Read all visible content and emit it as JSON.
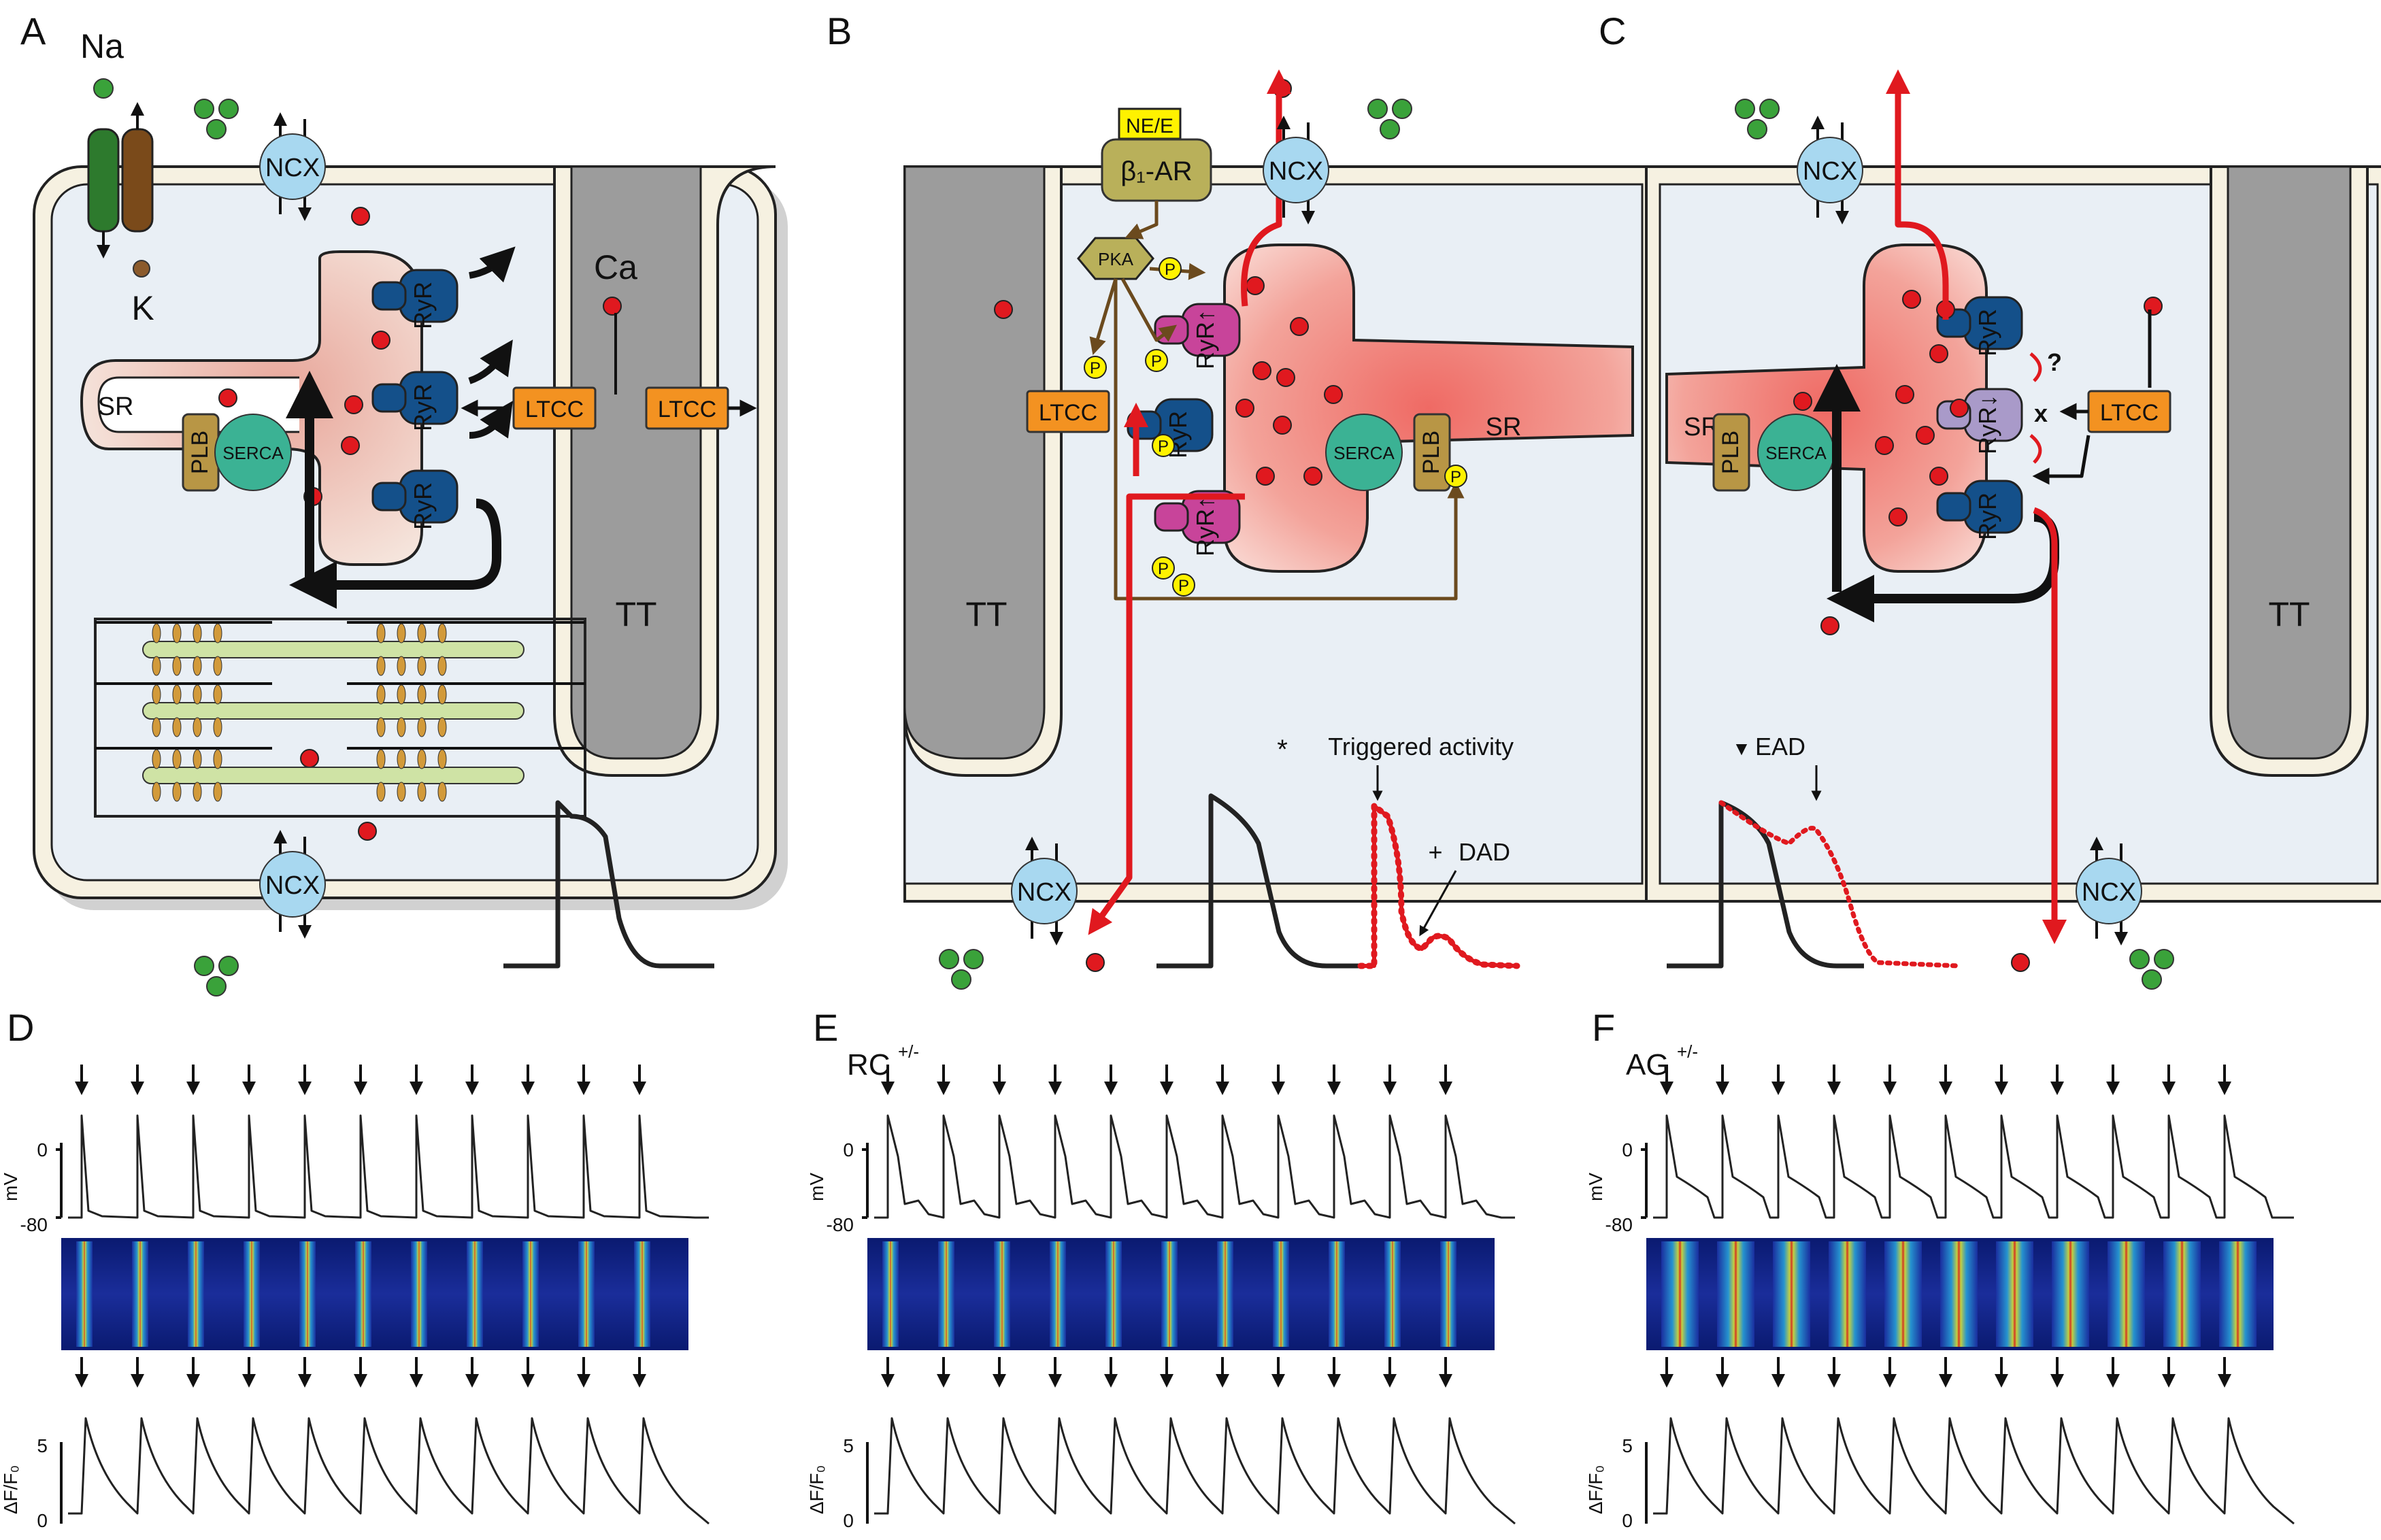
{
  "panels": {
    "a": {
      "letter": "A",
      "na": "Na",
      "k": "K",
      "ca": "Ca",
      "sr": "SR",
      "plb": "PLB",
      "serca": "SERCA",
      "ncx": "NCX",
      "ryr": "RyR",
      "ltcc": "LTCC",
      "tt": "TT"
    },
    "b": {
      "letter": "B",
      "ne": "NE/E",
      "bar": "β₁-AR",
      "pka": "PKA",
      "p": "P",
      "ryr_up": "RyR↑",
      "ryr": "RyR",
      "ltcc": "LTCC",
      "serca": "SERCA",
      "plb": "PLB",
      "sr": "SR",
      "ncx": "NCX",
      "tt": "TT",
      "triggered": "Triggered activity",
      "dad": "DAD",
      "star": "*",
      "plus": "+"
    },
    "c": {
      "letter": "C",
      "ncx": "NCX",
      "ryr": "RyR",
      "ryr_down": "RyR↓",
      "ltcc": "LTCC",
      "sr": "SR",
      "plb": "PLB",
      "serca": "SERCA",
      "tt": "TT",
      "q": "?",
      "x": "x",
      "ead": "EAD",
      "tri": "▼"
    },
    "d": {
      "letter": "D",
      "mv": "mV",
      "zero": "0",
      "neg80": "-80",
      "ratio": "ΔF/F₀",
      "five": "5",
      "zero2": "0"
    },
    "e": {
      "letter": "E",
      "label": "RC",
      "sup": "+/-",
      "mv": "mV",
      "zero": "0",
      "neg80": "-80",
      "ratio": "ΔF/F₀",
      "five": "5",
      "zero2": "0"
    },
    "f": {
      "letter": "F",
      "label": "AG",
      "sup": "+/-",
      "mv": "mV",
      "zero": "0",
      "neg80": "-80",
      "ratio": "ΔF/F₀",
      "five": "5",
      "zero2": "0"
    }
  },
  "colors": {
    "ca_red": "#e0191f",
    "ryr_blue": "#14508a",
    "ryr_pink": "#c8449a",
    "ryr_lav": "#a99ac9",
    "ltcc": "#f39221",
    "serca": "#3bb294",
    "plb": "#b89645",
    "ncx": "#a8d8f0",
    "membrane": "#f6f1e1",
    "cytosol": "#e9eff5",
    "tt": "#9c9c9c",
    "yellow": "#fff200",
    "brown": "#6b4a1e",
    "na_green": "#3aa23a"
  }
}
